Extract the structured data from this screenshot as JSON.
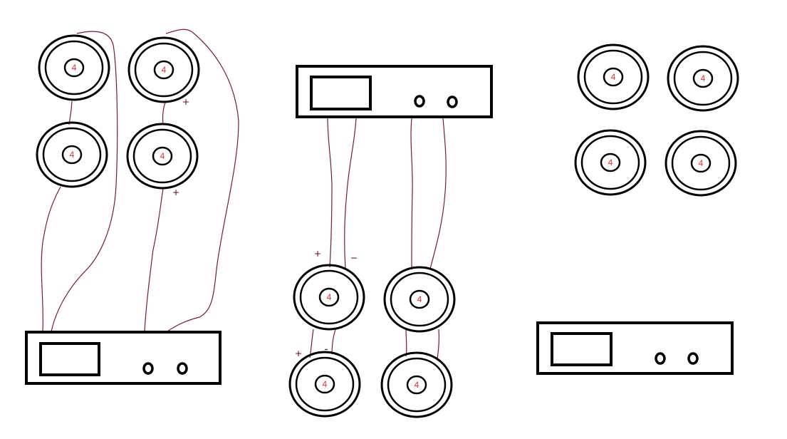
{
  "speaker_impedance": "4",
  "speakers": {
    "left": [
      "4",
      "4",
      "4",
      "4"
    ],
    "middle": [
      "4",
      "4",
      "4",
      "4"
    ],
    "right": [
      "4",
      "4",
      "4",
      "4"
    ]
  },
  "polarity": {
    "left_top_plus": "+",
    "left_bottom_plus": "+",
    "middle_top_plus": "+",
    "middle_top_minus": "−",
    "middle_bottom_plus": "+",
    "middle_bottom_minus": "-"
  },
  "colors": {
    "wire": "#7a1a36",
    "impedance_label": "#e0303a",
    "outline": "#000000"
  }
}
